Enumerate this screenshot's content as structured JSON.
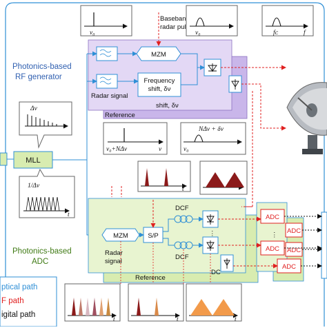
{
  "labels": {
    "baseband": [
      "Baseband",
      "radar pulse"
    ],
    "rf_generator": [
      "Photonics-based",
      "RF generator"
    ],
    "adc_section": [
      "Photonics-based",
      "ADC"
    ],
    "mll": "MLL",
    "mzm_top": "MZM",
    "mzm_bottom": "MZM",
    "freq_shift": [
      "Frequency",
      "shift, δν"
    ],
    "shift_back": "shift, δν",
    "radar_signal_top": "Radar signal",
    "radar_signal_bottom": [
      "Radar",
      "signal"
    ],
    "reference_top": "Reference",
    "reference_bottom": "Reference",
    "sp": "S/P",
    "dcf_1": "DCF",
    "dcf_2": "DCF",
    "dc_back": "DC",
    "adc_1": "ADC",
    "adc_2": "ADC",
    "adc_3": "ADC",
    "adc_back_1": "ADC",
    "adc_back_2": "ADC",
    "dots": "⋮",
    "delta_nu": "Δν",
    "inv_delta_nu": "1/Δν",
    "spec_nu0": "ν₀",
    "spec_nu": "ν",
    "spec_fc": "fᴄ",
    "spec_f": "f",
    "spec_nu0_ndnu": "ν₀+NΔν",
    "spec_ndnu_label": "NΔν + δν",
    "t": "t"
  },
  "legend": {
    "optical": "ptical path",
    "rf": "F path",
    "digital": "igital path"
  },
  "colors": {
    "optical": "#2f8fd6",
    "rf": "#e02020",
    "digital": "#111111",
    "purple_panel": "#c9b6ea",
    "green_panel": "#d8ecb0",
    "waveform_red": "#8b1a1a"
  }
}
